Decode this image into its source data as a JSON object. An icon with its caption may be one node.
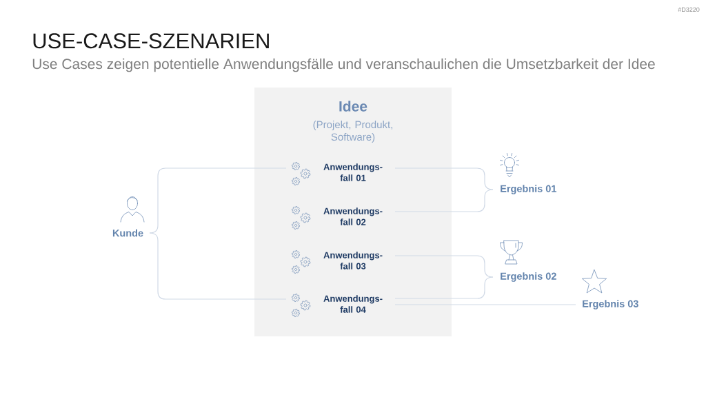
{
  "diagram": {
    "title": "USE-CASE-SZENARIEN",
    "nodes": [
      {
        "text": [
          "Idee",
          "(Projekt, Produkt, Software)"
        ]
      },
      {
        "text": [
          "Kunde"
        ]
      },
      {
        "text": [
          "Anwendungs- fall 01"
        ],
        "in": 0
      },
      {
        "text": [
          "Anwendungs- fall 02"
        ],
        "in": 0
      },
      {
        "text": [
          "Anwendungs- fall 03"
        ],
        "in": 0
      },
      {
        "text": [
          "Anwendungs- fall 04"
        ],
        "in": 0
      },
      {
        "text": [
          "Ergebnis 01"
        ]
      },
      {
        "text": [
          "Ergebnis 02"
        ]
      },
      {
        "text": [
          "Ergebnis 03"
        ]
      }
    ],
    "edges": [
      {
        "from": 1,
        "to": 2,
        "arrow": "none"
      },
      {
        "from": 1,
        "to": 5,
        "arrow": "none"
      },
      {
        "from": 2,
        "to": 6,
        "arrow": "none"
      },
      {
        "from": 3,
        "to": 6,
        "arrow": "none"
      },
      {
        "from": 4,
        "to": 7,
        "arrow": "none"
      },
      {
        "from": 5,
        "to": 7,
        "arrow": "none"
      },
      {
        "from": 5,
        "to": 8,
        "arrow": "none"
      }
    ],
    "labels": [
      "#D3220",
      "Use Cases zeigen potentielle Anwendungsfälle und veranschaulichen die Umsetzbarkeit der Idee"
    ]
  }
}
